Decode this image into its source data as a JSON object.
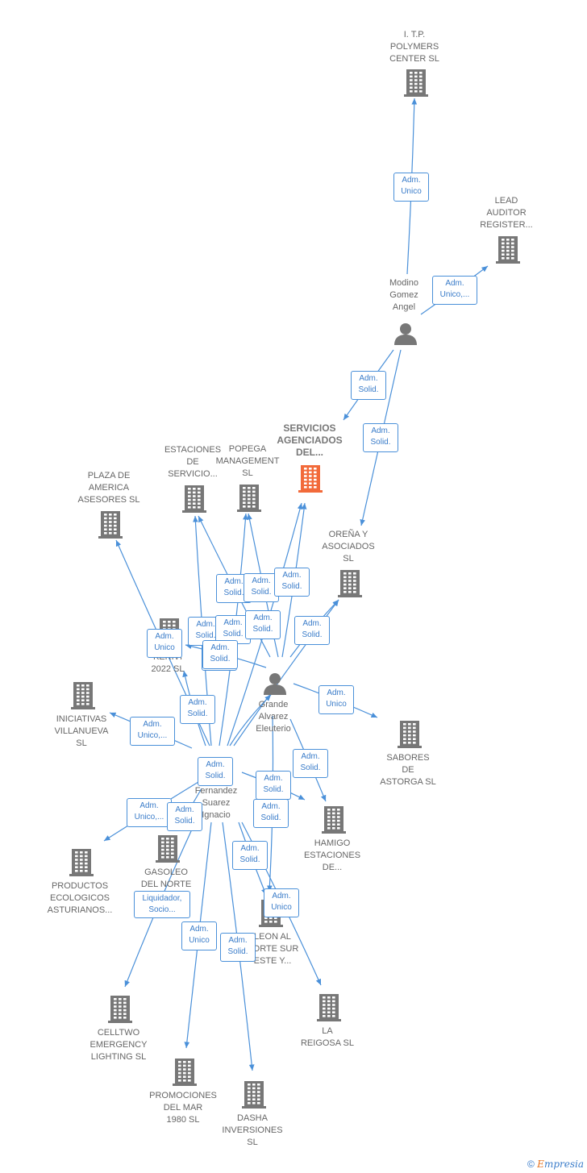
{
  "colors": {
    "edge": "#4a90d9",
    "node_company": "#777777",
    "node_main": "#f26a3a",
    "node_person": "#777777"
  },
  "nodes": [
    {
      "id": "itp",
      "label": "I. T.P.\nPOLYMERS\nCENTER  SL",
      "kind": "company"
    },
    {
      "id": "lead",
      "label": "LEAD\nAUDITOR\nREGISTER...",
      "kind": "company"
    },
    {
      "id": "modino",
      "label": "Modino\nGomez\nAngel",
      "kind": "person"
    },
    {
      "id": "servicios",
      "label": "SERVICIOS\nAGENCIADOS\nDEL...",
      "kind": "main"
    },
    {
      "id": "estaciones",
      "label": "ESTACIONES\nDE\nSERVICIO...",
      "kind": "company"
    },
    {
      "id": "popega",
      "label": "POPEGA\nMANAGEMENT\nSL",
      "kind": "company"
    },
    {
      "id": "plaza",
      "label": "PLAZA DE\nAMERICA\nASESORES  SL",
      "kind": "company"
    },
    {
      "id": "orena",
      "label": "OREÑA Y\nASOCIADOS\nSL",
      "kind": "company"
    },
    {
      "id": "kerivi",
      "label": "KERIVI\n2022  SL",
      "kind": "company"
    },
    {
      "id": "iniciativas",
      "label": "INICIATIVAS\nVILLANUEVA\nSL",
      "kind": "company"
    },
    {
      "id": "grande",
      "label": "Grande\nAlvarez\nEleuterio",
      "kind": "person"
    },
    {
      "id": "sabores",
      "label": "SABORES\nDE\nASTORGA  SL",
      "kind": "company"
    },
    {
      "id": "fernandez",
      "label": "Fernandez\nSuarez\nIgnacio",
      "kind": "person"
    },
    {
      "id": "hamigo",
      "label": "HAMIGO\nESTACIONES\nDE...",
      "kind": "company"
    },
    {
      "id": "productos",
      "label": "PRODUCTOS\nECOLOGICOS\nASTURIANOS...",
      "kind": "company"
    },
    {
      "id": "gasoleo",
      "label": "GASOLEO\nDEL NORTE\n...",
      "kind": "company"
    },
    {
      "id": "leon",
      "label": "LEON AL\nNORTE SUR\nESTE Y...",
      "kind": "company"
    },
    {
      "id": "celltwo",
      "label": "CELLTWO\nEMERGENCY\nLIGHTING SL",
      "kind": "company"
    },
    {
      "id": "reigosa",
      "label": "LA\nREIGOSA SL",
      "kind": "company"
    },
    {
      "id": "promociones",
      "label": "PROMOCIONES\nDEL MAR\n1980 SL",
      "kind": "company"
    },
    {
      "id": "dasha",
      "label": "DASHA\nINVERSIONES\nSL",
      "kind": "company"
    }
  ],
  "edges": [
    {
      "from": "modino",
      "to": "itp",
      "label": "Adm.\nUnico"
    },
    {
      "from": "modino",
      "to": "lead",
      "label": "Adm.\nUnico,..."
    },
    {
      "from": "modino",
      "to": "servicios",
      "label": "Adm.\nSolid."
    },
    {
      "from": "modino",
      "to": "orena",
      "label": "Adm.\nSolid."
    },
    {
      "from": "grande",
      "to": "estaciones",
      "label": "Adm.\nSolid."
    },
    {
      "from": "grande",
      "to": "popega",
      "label": "Adm.\nSolid."
    },
    {
      "from": "grande",
      "to": "servicios",
      "label": "Adm.\nSolid."
    },
    {
      "from": "grande",
      "to": "orena",
      "label": "Adm.\nSolid."
    },
    {
      "from": "grande",
      "to": "kerivi",
      "label": "Adm.\nSolid."
    },
    {
      "from": "grande",
      "to": "sabores",
      "label": "Adm.\nUnico"
    },
    {
      "from": "grande",
      "to": "hamigo",
      "label": "Adm.\nSolid."
    },
    {
      "from": "grande",
      "to": "leon",
      "label": "Adm.\nUnico"
    },
    {
      "from": "fernandez",
      "to": "plaza",
      "label": "Adm.\nUnico"
    },
    {
      "from": "fernandez",
      "to": "estaciones",
      "label": "Adm.\nSolid."
    },
    {
      "from": "fernandez",
      "to": "popega",
      "label": "Adm.\nSolid."
    },
    {
      "from": "fernandez",
      "to": "servicios",
      "label": "Adm.\nSolid."
    },
    {
      "from": "fernandez",
      "to": "orena",
      "label": "Adm.\nSolid."
    },
    {
      "from": "fernandez",
      "to": "kerivi",
      "label": "Adm.\nSolid."
    },
    {
      "from": "fernandez",
      "to": "iniciativas",
      "label": "Adm.\nUnico,..."
    },
    {
      "from": "fernandez",
      "to": "hamigo",
      "label": "Adm.\nSolid."
    },
    {
      "from": "fernandez",
      "to": "productos",
      "label": "Adm.\nUnico,..."
    },
    {
      "from": "fernandez",
      "to": "gasoleo",
      "label": "Adm.\nSolid."
    },
    {
      "from": "fernandez",
      "to": "leon",
      "label": "Adm.\nSolid."
    },
    {
      "from": "fernandez",
      "to": "celltwo",
      "label": "Liquidador,\nSocio..."
    },
    {
      "from": "fernandez",
      "to": "reigosa",
      "label": "Adm.\nSolid."
    },
    {
      "from": "fernandez",
      "to": "promociones",
      "label": "Adm.\nUnico"
    },
    {
      "from": "fernandez",
      "to": "dasha",
      "label": "Adm.\nSolid."
    },
    {
      "from": "fernandez",
      "to": "grande",
      "label": "Adm.\nSolid."
    }
  ],
  "copyright": {
    "symbol": "©",
    "brand_first": "E",
    "brand_rest": "mpresia"
  }
}
